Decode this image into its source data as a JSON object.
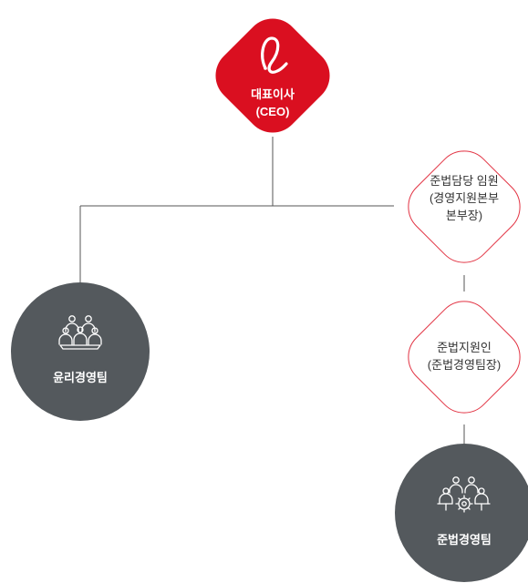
{
  "nodes": {
    "ceo": {
      "line1": "대표이사",
      "line2": "(CEO)"
    },
    "compliance_officer": {
      "line1": "준법담당 임원",
      "line2": "(경영지원본부",
      "line3": "본부장)"
    },
    "compliance_supporter": {
      "line1": "준법지원인",
      "line2": "(준법경영팀장)"
    },
    "ethics_team": {
      "label": "윤리경영팀"
    },
    "compliance_team": {
      "label": "준법경영팀"
    }
  },
  "colors": {
    "brand_red": "#da0f20",
    "team_gray": "#54595d",
    "line": "#555555"
  },
  "icons": {
    "ceo": "lotte-logo-icon",
    "ethics_team": "team-people-icon",
    "compliance_team": "team-gear-icon"
  }
}
